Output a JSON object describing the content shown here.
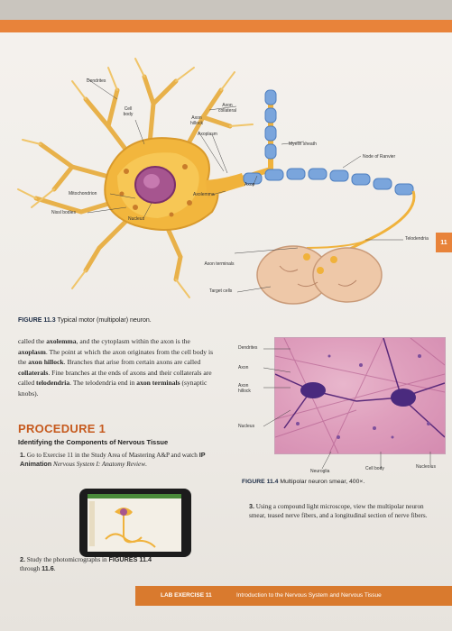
{
  "figure_11_3": {
    "labels": {
      "dendrites": "Dendrites",
      "cell_body": "Cell body",
      "axon_collateral": "Axon collateral",
      "axon_hillock": "Axon hillock",
      "axoplasm": "Axoplasm",
      "myelin_sheath": "Myelin sheath",
      "node_of_ranvier": "Node of Ranvier",
      "axon": "Axon",
      "mitochondrion": "Mitochondrion",
      "axolemma": "Axolemma",
      "nissl_bodies": "Nissl bodies",
      "nucleus": "Nucleus",
      "telodendria": "Telodendria",
      "axon_terminals": "Axon terminals",
      "target_cells": "Target cells"
    },
    "caption_num": "FIGURE 11.3",
    "caption_text": "Typical motor (multipolar) neuron."
  },
  "page_tab": "11",
  "body_text": {
    "p1": "called the",
    "axolemma": "axolemma",
    "p2": ", and the cytoplasm within the axon is the",
    "axoplasm": "axoplasm",
    "p3": ". The point at which the axon originates from the cell body is the",
    "axon_hillock": "axon hillock",
    "p4": ". Branches that arise from certain axons are called",
    "collaterals": "collaterals",
    "p5": ". Fine branches at the ends of axons and their collaterals are called",
    "telodendria": "telodendria",
    "p6": ". The telodendria end in",
    "axon_terminals": "axon terminals",
    "p7": "(synaptic knobs)."
  },
  "procedure": {
    "title": "PROCEDURE 1",
    "subtitle": "Identifying the Components of Nervous Tissue",
    "step1_num": "1.",
    "step1_text": "Go to Exercise 11 in the Study Area of Mastering A&P and watch",
    "step1_ip": "IP Animation",
    "step1_italic": "Nervous System I: Anatomy Review",
    "step2_num": "2.",
    "step2_text": "Study the photomicrographs in",
    "step2_bold": "FIGURES 11.4",
    "step2_text2": "through",
    "step2_bold2": "11.6",
    "step3_num": "3.",
    "step3_text": "Using a compound light microscope, view the multipolar neuron smear, teased nerve fibers, and a longitudinal section of nerve fibers."
  },
  "figure_11_4": {
    "labels": {
      "dendrites": "Dendrites",
      "axon": "Axon",
      "axon_hillock": "Axon hillock",
      "nucleus": "Nucleus",
      "neuroglia": "Neuroglia",
      "cell_body": "Cell body",
      "nucleolus": "Nucleolus"
    },
    "caption_num": "FIGURE 11.4",
    "caption_text": "Multipolar neuron smear, 400×."
  },
  "footer": {
    "exercise": "LAB EXERCISE 11",
    "title": "Introduction to the Nervous System and Nervous Tissue"
  },
  "colors": {
    "accent": "#e8833a",
    "procedure_heading": "#c65a1e",
    "caption_heading": "#1b2b44"
  }
}
